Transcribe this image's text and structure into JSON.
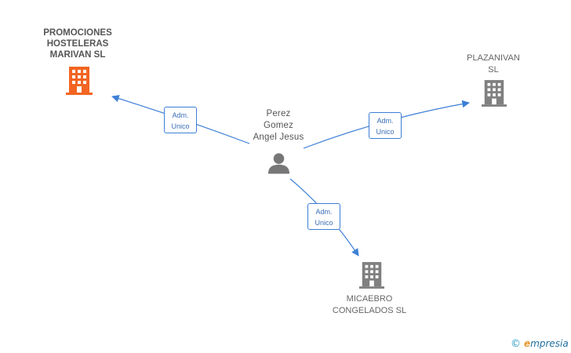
{
  "colors": {
    "edge": "#3d7fd6",
    "highlight_company": "#f26522",
    "company": "#808080",
    "person": "#777777",
    "brand_blue": "#1f6e9e",
    "brand_orange": "#e8962a"
  },
  "person": {
    "name_lines": [
      "Perez",
      "Gomez",
      "Angel Jesus"
    ],
    "icon": "person-icon"
  },
  "companies": [
    {
      "id": "promociones",
      "name_lines": [
        "PROMOCIONES",
        "HOSTELERAS",
        "MARIVAN SL"
      ],
      "highlighted": true,
      "icon": "building-icon"
    },
    {
      "id": "plazanivan",
      "name_lines": [
        "PLAZANIVAN",
        "SL"
      ],
      "highlighted": false,
      "icon": "building-icon"
    },
    {
      "id": "micaebro",
      "name_lines": [
        "MICAEBRO",
        "CONGELADOS SL"
      ],
      "highlighted": false,
      "icon": "building-icon"
    }
  ],
  "relations": [
    {
      "target": "promociones",
      "role_lines": [
        "Adm.",
        "Unico"
      ]
    },
    {
      "target": "plazanivan",
      "role_lines": [
        "Adm.",
        "Unico"
      ]
    },
    {
      "target": "micaebro",
      "role_lines": [
        "Adm.",
        "Unico"
      ]
    }
  ],
  "footer": {
    "copyright_symbol": "©",
    "brand_initial": "e",
    "brand_rest": "mpresia"
  }
}
